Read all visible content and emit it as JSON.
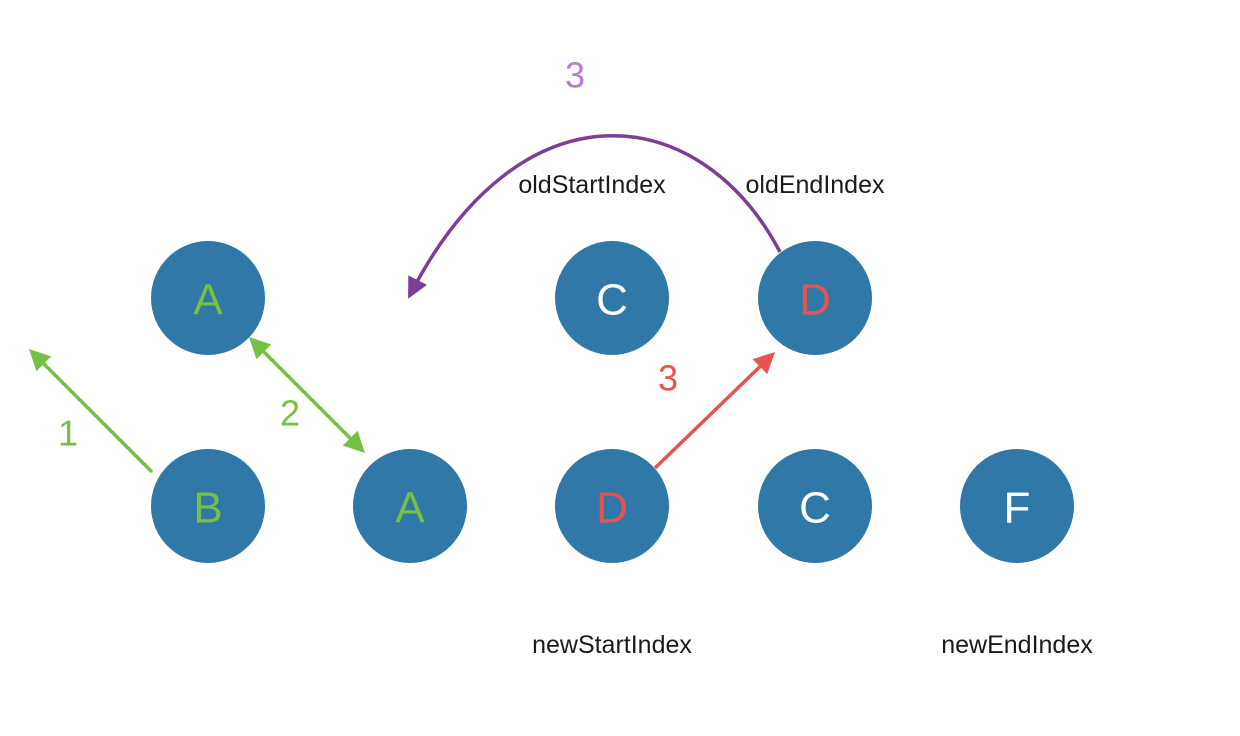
{
  "colors": {
    "node_fill": "#2f78a8",
    "white": "#ffffff",
    "green": "#76c043",
    "red": "#e8534f",
    "purple": "#7b3f98",
    "purple_label": "#b77ad8"
  },
  "old_nodes": [
    {
      "letter": "A",
      "color": "#76c043"
    },
    {
      "letter": "C",
      "color": "#ffffff"
    },
    {
      "letter": "D",
      "color": "#e8534f"
    }
  ],
  "new_nodes": [
    {
      "letter": "B",
      "color": "#76c043"
    },
    {
      "letter": "A",
      "color": "#76c043"
    },
    {
      "letter": "D",
      "color": "#e8534f"
    },
    {
      "letter": "C",
      "color": "#ffffff"
    },
    {
      "letter": "F",
      "color": "#ffffff"
    }
  ],
  "pointers": {
    "old_start": "oldStartIndex",
    "old_end": "oldEndIndex",
    "new_start": "newStartIndex",
    "new_end": "newEndIndex"
  },
  "steps": {
    "one": "1",
    "two": "2",
    "three_red": "3",
    "three_purple": "3"
  }
}
